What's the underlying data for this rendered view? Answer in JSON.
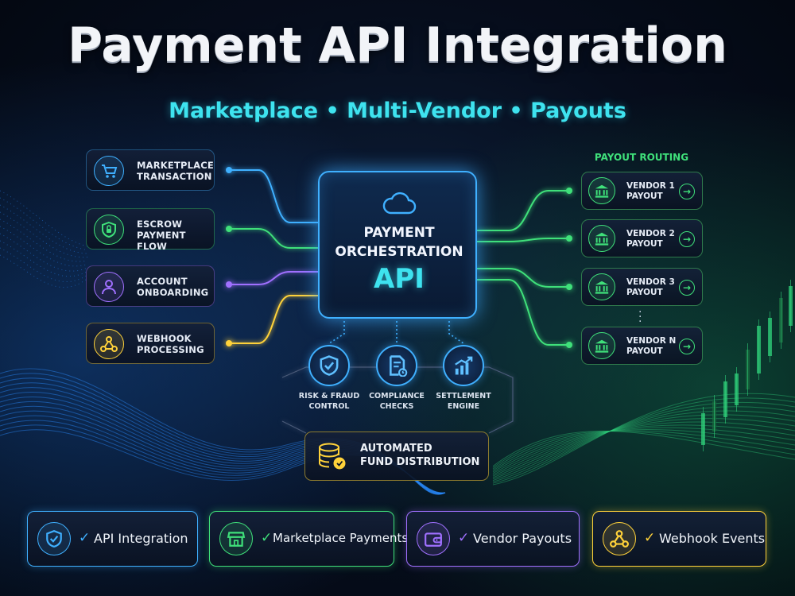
{
  "header": {
    "title": "Payment API Integration",
    "subtitle": "Marketplace • Multi-Vendor • Payouts"
  },
  "colors": {
    "cyan": "#3ee3ef",
    "blue": "#3fb0ff",
    "green": "#3fe07a",
    "purple": "#a070ff",
    "yellow": "#ffd23a"
  },
  "inputs": [
    {
      "label": "MARKETPLACE\nTRANSACTION",
      "icon": "cart-icon",
      "color": "#3fb0ff"
    },
    {
      "label": "ESCROW\nPAYMENT FLOW",
      "icon": "shield-lock-icon",
      "color": "#3fe07a"
    },
    {
      "label": "ACCOUNT\nONBOARDING",
      "icon": "user-icon",
      "color": "#a070ff"
    },
    {
      "label": "WEBHOOK\nPROCESSING",
      "icon": "webhook-icon",
      "color": "#ffd23a"
    }
  ],
  "api": {
    "line1": "PAYMENT",
    "line2": "ORCHESTRATION",
    "line3": "API",
    "icon": "cloud-icon"
  },
  "routing": {
    "title": "PAYOUT ROUTING",
    "vendors": [
      {
        "label": "VENDOR 1\nPAYOUT",
        "icon": "bank-icon"
      },
      {
        "label": "VENDOR 2\nPAYOUT",
        "icon": "bank-icon"
      },
      {
        "label": "VENDOR 3\nPAYOUT",
        "icon": "bank-icon"
      },
      {
        "label": "VENDOR N\nPAYOUT",
        "icon": "bank-icon"
      }
    ]
  },
  "services": [
    {
      "label": "RISK & FRAUD\nCONTROL",
      "icon": "shield-check-icon"
    },
    {
      "label": "COMPLIANCE\nCHECKS",
      "icon": "document-clock-icon"
    },
    {
      "label": "SETTLEMENT\nENGINE",
      "icon": "chart-up-icon"
    }
  ],
  "fund": {
    "label": "AUTOMATED\nFUND DISTRIBUTION",
    "icon": "database-coin-icon"
  },
  "features": [
    {
      "label": "API Integration",
      "icon": "shield-check-icon",
      "color": "#3fb0ff"
    },
    {
      "label": "Marketplace Payments",
      "icon": "store-icon",
      "color": "#3fe07a"
    },
    {
      "label": "Vendor Payouts",
      "icon": "wallet-icon",
      "color": "#a070ff"
    },
    {
      "label": "Webhook Events",
      "icon": "webhook-icon",
      "color": "#ffd23a"
    }
  ],
  "check_mark": "✓"
}
